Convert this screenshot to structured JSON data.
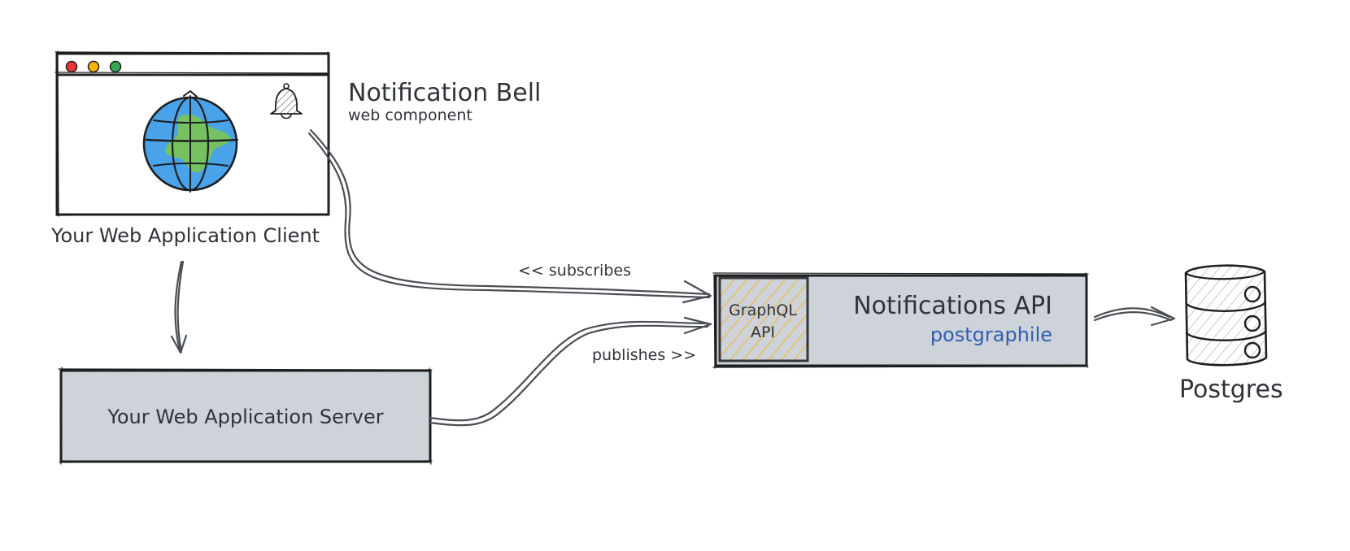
{
  "client": {
    "label": "Your Web Application Client",
    "window_dots": [
      "#e53935",
      "#f4b400",
      "#34a853"
    ],
    "globe_colors": {
      "ocean": "#4aa3e8",
      "land": "#76c261"
    }
  },
  "bell": {
    "title": "Notification Bell",
    "subtitle": "web component"
  },
  "server": {
    "label": "Your Web Application Server"
  },
  "api": {
    "graphql_line1": "GraphQL",
    "graphql_line2": "API",
    "title": "Notifications API",
    "subtitle": "postgraphile"
  },
  "database": {
    "label": "Postgres"
  },
  "edges": {
    "subscribes": "<< subscribes",
    "publishes": "publishes >>"
  },
  "colors": {
    "box_fill": "#ced3da",
    "hatch": "#f2b63a",
    "accent_blue": "#2f5fb0"
  }
}
